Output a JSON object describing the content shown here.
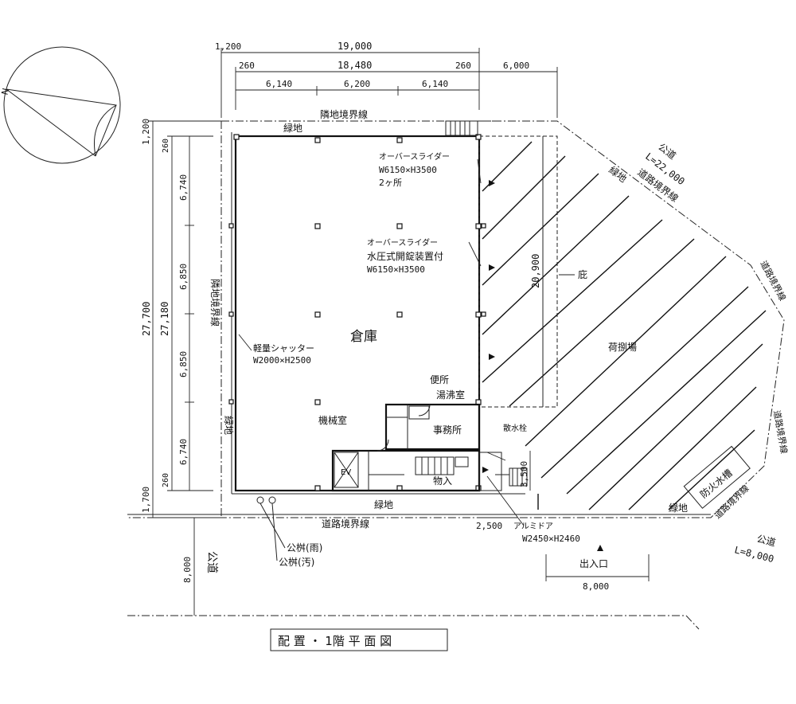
{
  "title": "配 置 ・ 1階 平 面 図",
  "north_label": "N",
  "dimensions": {
    "top_total": "1,200",
    "top_overall": "19,000",
    "top_side_left": "260",
    "top_inner": "18,480",
    "top_side_right": "260",
    "top_right": "6,000",
    "bay_1": "6,140",
    "bay_2": "6,200",
    "bay_3": "6,140",
    "left_top": "1,200",
    "left_overall": "27,700",
    "left_inner": "27,180",
    "left_side_top": "260",
    "left_side_bottom": "260",
    "span_1": "6,740",
    "span_2": "6,850",
    "span_3": "6,850",
    "span_4": "6,740",
    "left_bottom": "1,700",
    "road_width": "8,000",
    "yard_depth": "20,900",
    "door_offset": "3,500",
    "door_width": "2,500",
    "entrance_width": "8,000"
  },
  "labels": {
    "neighbor_boundary_top": "隣地境界線",
    "neighbor_boundary_left": "隣地境界線",
    "green_top": "緑地",
    "green_left": "緑地",
    "green_bottom": "緑地",
    "green_right": "緑地",
    "green_diag": "緑地",
    "warehouse": "倉庫",
    "slider_1_title": "オーバースライダー",
    "slider_1_size": "W6150×H3500",
    "slider_1_count": "2ヶ所",
    "slider_2_title": "オーバースライダー",
    "slider_2_sub": "水圧式開錠装置付",
    "slider_2_size": "W6150×H3500",
    "shutter_title": "軽量シャッター",
    "shutter_size": "W2000×H2500",
    "toilet": "便所",
    "kitchenette": "湯沸室",
    "machine_room": "機械室",
    "office": "事務所",
    "storage": "物入",
    "ev": "EV",
    "hydrant": "散水栓",
    "eaves": "庇",
    "loading_area": "荷捌場",
    "fire_tank": "防火水槽",
    "road_boundary_bottom": "道路境界線",
    "road_boundary_diag": "道路境界線",
    "road_boundary_r1": "道路境界線",
    "road_boundary_r2": "道路境界線",
    "road_boundary_r3": "道路境界線",
    "public_road_top_1": "公道",
    "public_road_top_2": "L=22,000",
    "public_road_right_1": "公道",
    "public_road_right_2": "L=8,000",
    "public_road_left": "公道",
    "manhole_rain": "公桝(雨)",
    "manhole_sewage": "公桝(汚)",
    "alum_door_title": "アルミドア",
    "alum_door_size": "W2450×H2460",
    "entrance": "出入口"
  }
}
